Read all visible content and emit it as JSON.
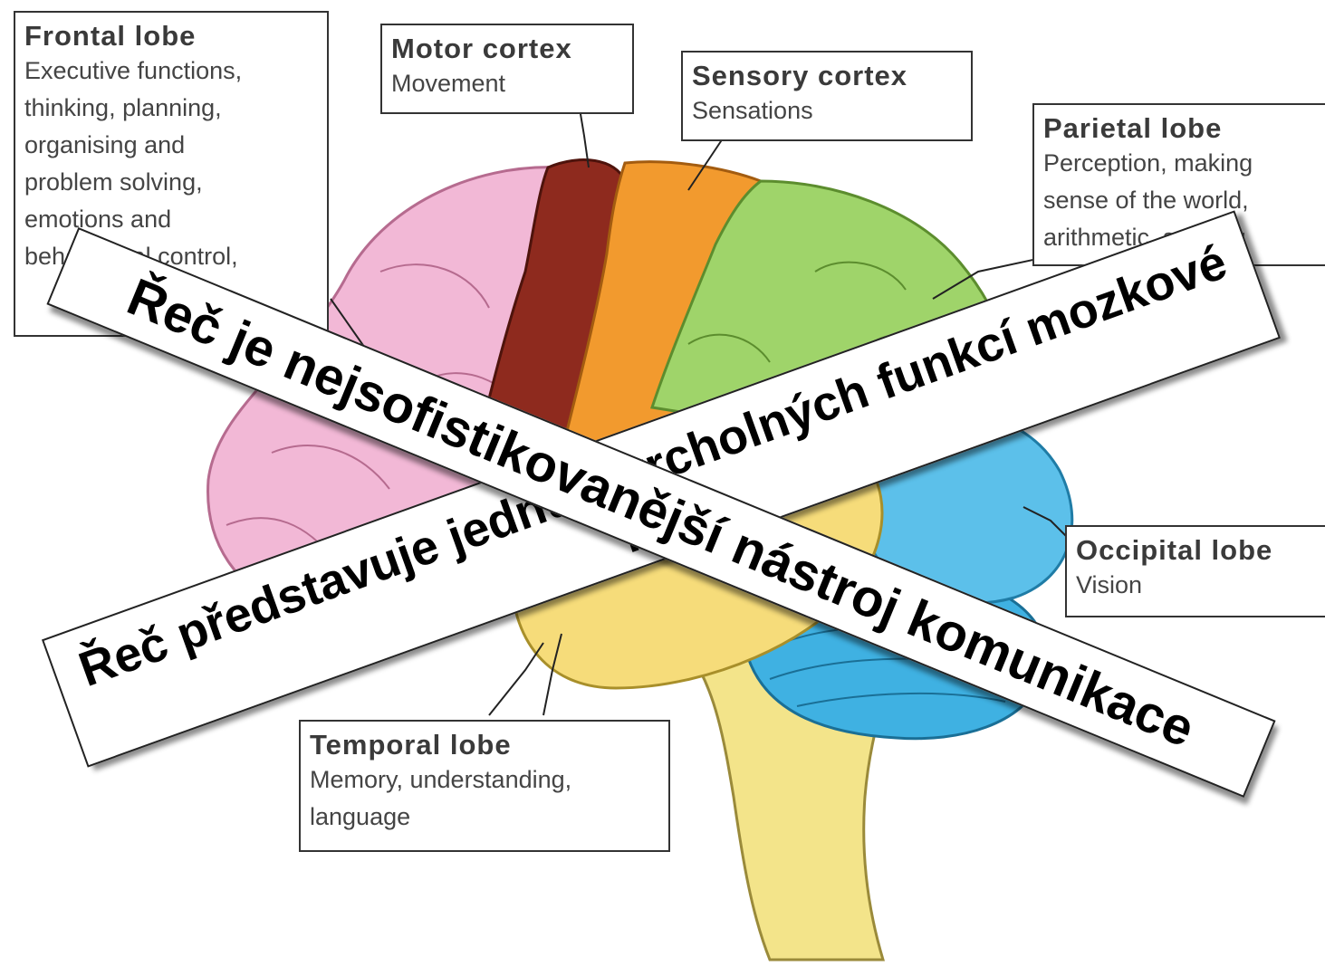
{
  "labels": {
    "frontal": {
      "title": "Frontal lobe",
      "lines": [
        "Executive functions,",
        "thinking, planning,",
        "organising and",
        "problem solving,",
        "emotions and",
        "behavioural control,"
      ]
    },
    "motor": {
      "title": "Motor cortex",
      "lines": [
        "Movement"
      ]
    },
    "sensory": {
      "title": "Sensory cortex",
      "lines": [
        "Sensations"
      ]
    },
    "parietal": {
      "title": "Parietal lobe",
      "lines": [
        "Perception, making",
        "sense of the world,",
        "arithmetic, spelling"
      ]
    },
    "occipital": {
      "title": "Occipital lobe",
      "lines": [
        "Vision"
      ]
    },
    "temporal": {
      "title": "Temporal lobe",
      "lines": [
        "Memory, understanding,",
        "language"
      ]
    }
  },
  "banners": {
    "back": "Řeč představuje jednu z vrcholných funkcí mozkové kůry",
    "front": "Řeč je nejsofistikovanější nástroj komunikace"
  },
  "colors": {
    "frontal": "#f2b8d6",
    "motor": "#8e2a1e",
    "sensory": "#f29a2e",
    "parietal": "#9fd46a",
    "occipital": "#5cc0ea",
    "temporal": "#f6dc7a",
    "cerebellum": "#3fb1e2",
    "brainstem": "#f3e48a"
  }
}
